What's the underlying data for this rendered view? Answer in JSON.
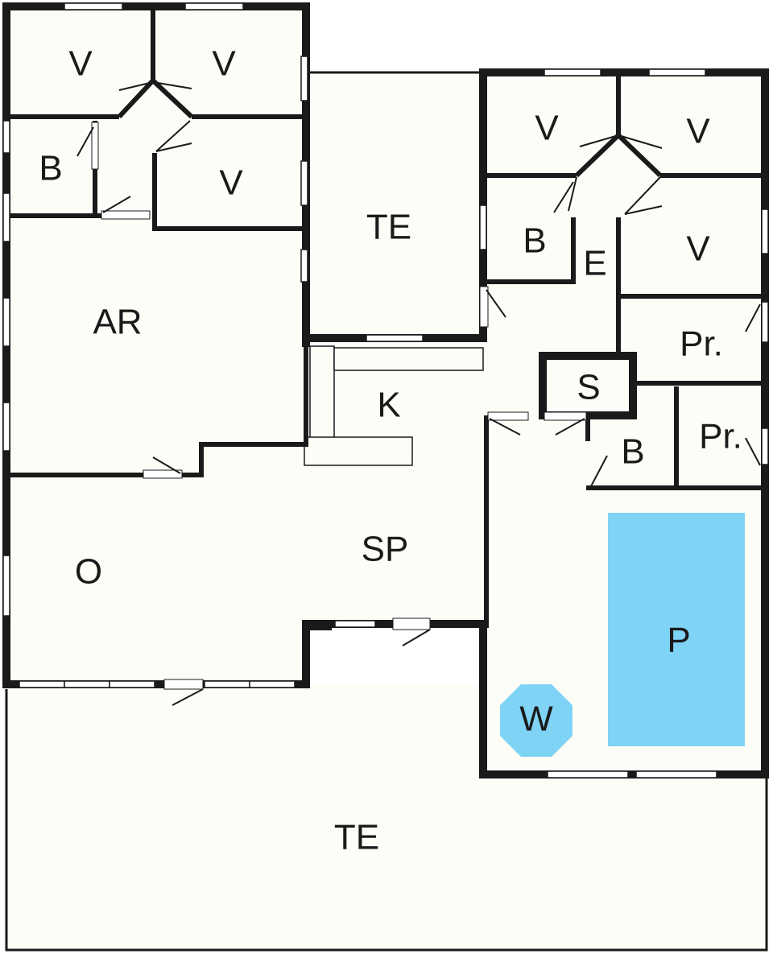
{
  "colors": {
    "pool": "#7fd3f5",
    "wall": "#1a1a1a",
    "floor": "#fdfdf8"
  },
  "rooms": {
    "v_top_left": "V",
    "v_top_mid": "V",
    "b_left": "B",
    "v_left_lower": "V",
    "ar": "AR",
    "te_center": "TE",
    "k": "K",
    "o": "O",
    "sp": "SP",
    "v_right_tl": "V",
    "v_right_tr": "V",
    "b_right": "B",
    "e": "E",
    "v_right_lower": "V",
    "pr_upper": "Pr.",
    "s": "S",
    "b_pool": "B",
    "pr_lower": "Pr.",
    "p": "P",
    "w": "W",
    "te_bottom": "TE"
  }
}
